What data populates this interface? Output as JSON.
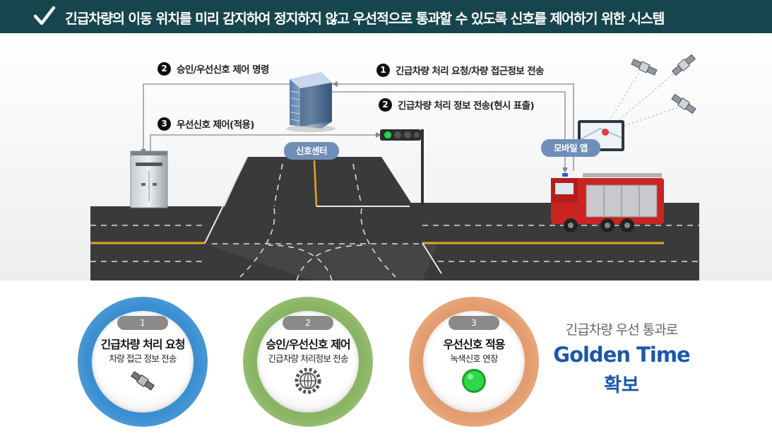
{
  "header": {
    "title": "긴급차량의 이동 위치를 미리 감지하여 정지하지 않고 우선적으로 통과할 수 있도록 신호를 제어하기 위한 시스템"
  },
  "flow_labels": [
    {
      "num": "2",
      "text": "승인/우선신호 제어 명령"
    },
    {
      "num": "1",
      "text": "긴급차량 처리 요청/차량 접근정보 전송"
    },
    {
      "num": "2",
      "text": "긴급차량 처리 정보 전송(현시 표출)"
    },
    {
      "num": "3",
      "text": "우선신호 제어(적용)"
    }
  ],
  "nodes": {
    "signal_center": "신호센터",
    "mobile_app": "모바일 앱"
  },
  "steps": [
    {
      "num": "1",
      "title": "긴급차량 처리 요청",
      "subtitle": "차량 접근 정보 전송",
      "icon": "satellite-icon",
      "color": "#3b8fd0"
    },
    {
      "num": "2",
      "title": "승인/우선신호 제어",
      "subtitle": "긴급차량 처리정보 전송",
      "icon": "globe-gear-icon",
      "color": "#89b463"
    },
    {
      "num": "3",
      "title": "우선신호 적용",
      "subtitle": "녹색신호 연장",
      "icon": "green-light-icon",
      "color": "#e39c6d"
    }
  ],
  "summary": {
    "line1": "긴급차량 우선 통과로",
    "line2": "Golden Time",
    "line3": "확보"
  }
}
